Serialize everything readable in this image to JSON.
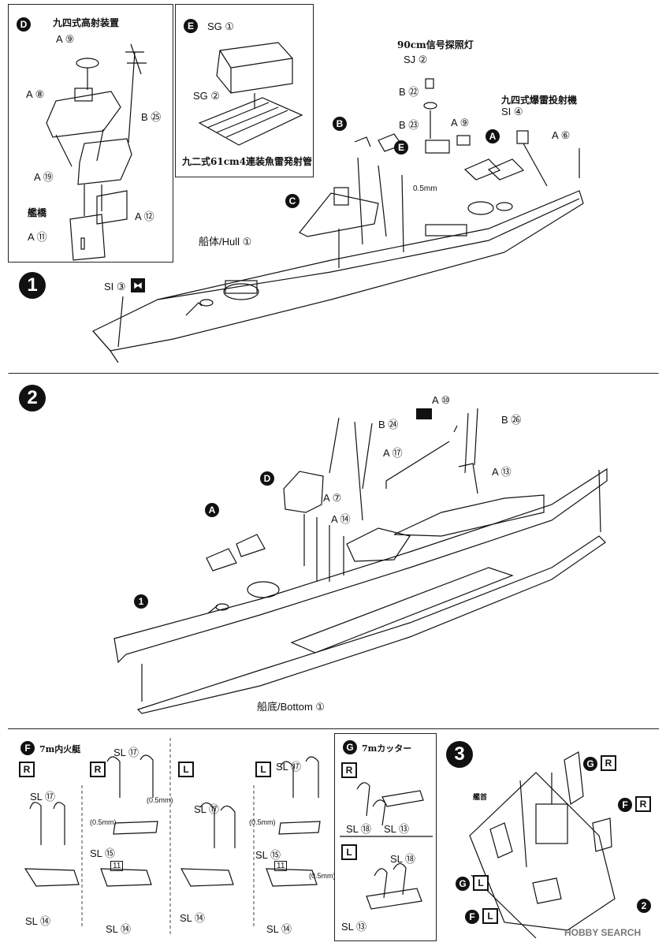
{
  "panel_d": {
    "badge": "D",
    "title": "九四式高射装置",
    "parts": [
      "A ⑨",
      "A ⑧",
      "B ㉕",
      "A ⑲",
      "A ⑫",
      "A ⑪"
    ],
    "bridge_label": "艦橋"
  },
  "panel_e": {
    "badge": "E",
    "parts": [
      "SG ①",
      "SG ②"
    ],
    "caption": "九二式61cm4連装魚雷発射管"
  },
  "step1": {
    "number": "1",
    "searchlight_title": "90cm信号探照灯",
    "parts_searchlight": [
      "SJ ②",
      "B ㉒",
      "B ㉓"
    ],
    "depth_charge_title": "九四式爆雷投射機",
    "parts_right": [
      "A ⑨",
      "SI ④",
      "A ⑥"
    ],
    "sub_badges": [
      "B",
      "E",
      "A",
      "C"
    ],
    "drill_label": "0.5mm",
    "hull_label": "船体/Hull ①",
    "si3": "SI ③"
  },
  "step2": {
    "number": "2",
    "parts": [
      "A ⑩",
      "B ㉖",
      "B ㉔",
      "A ⑰",
      "A ⑬",
      "A ⑦",
      "A ⑭"
    ],
    "sub_badges": [
      "D",
      "A",
      "1"
    ],
    "bottom_label": "船底/Bottom ①"
  },
  "panel_f": {
    "badge": "F",
    "title": "7m内火艇",
    "sides": [
      "R",
      "R",
      "L",
      "L"
    ],
    "parts": [
      "SL ⑰",
      "SL ⑭",
      "SL ⑰",
      "SL ⑮",
      "SL ⑭",
      "SL ⑰",
      "SL ⑭",
      "SL ⑰",
      "SL ⑮",
      "SL ⑭"
    ],
    "drill": [
      "(0.5mm)",
      "(0.5mm)",
      "(0.5mm)",
      "(0.5mm)"
    ],
    "ph": [
      "11",
      "11"
    ]
  },
  "panel_g": {
    "badge": "G",
    "title": "7mカッター",
    "sides": [
      "R",
      "L"
    ],
    "parts": [
      "SL ⑱",
      "SL ⑬",
      "SL ⑱",
      "SL ⑬"
    ]
  },
  "step3": {
    "number": "3",
    "callouts": [
      {
        "badge": "G",
        "side": "R"
      },
      {
        "badge": "F",
        "side": "R"
      },
      {
        "badge": "G",
        "side": "L"
      },
      {
        "badge": "F",
        "side": "L"
      }
    ],
    "ref": "2",
    "bow_label": "艦首"
  },
  "watermark": "HOBBY SEARCH"
}
